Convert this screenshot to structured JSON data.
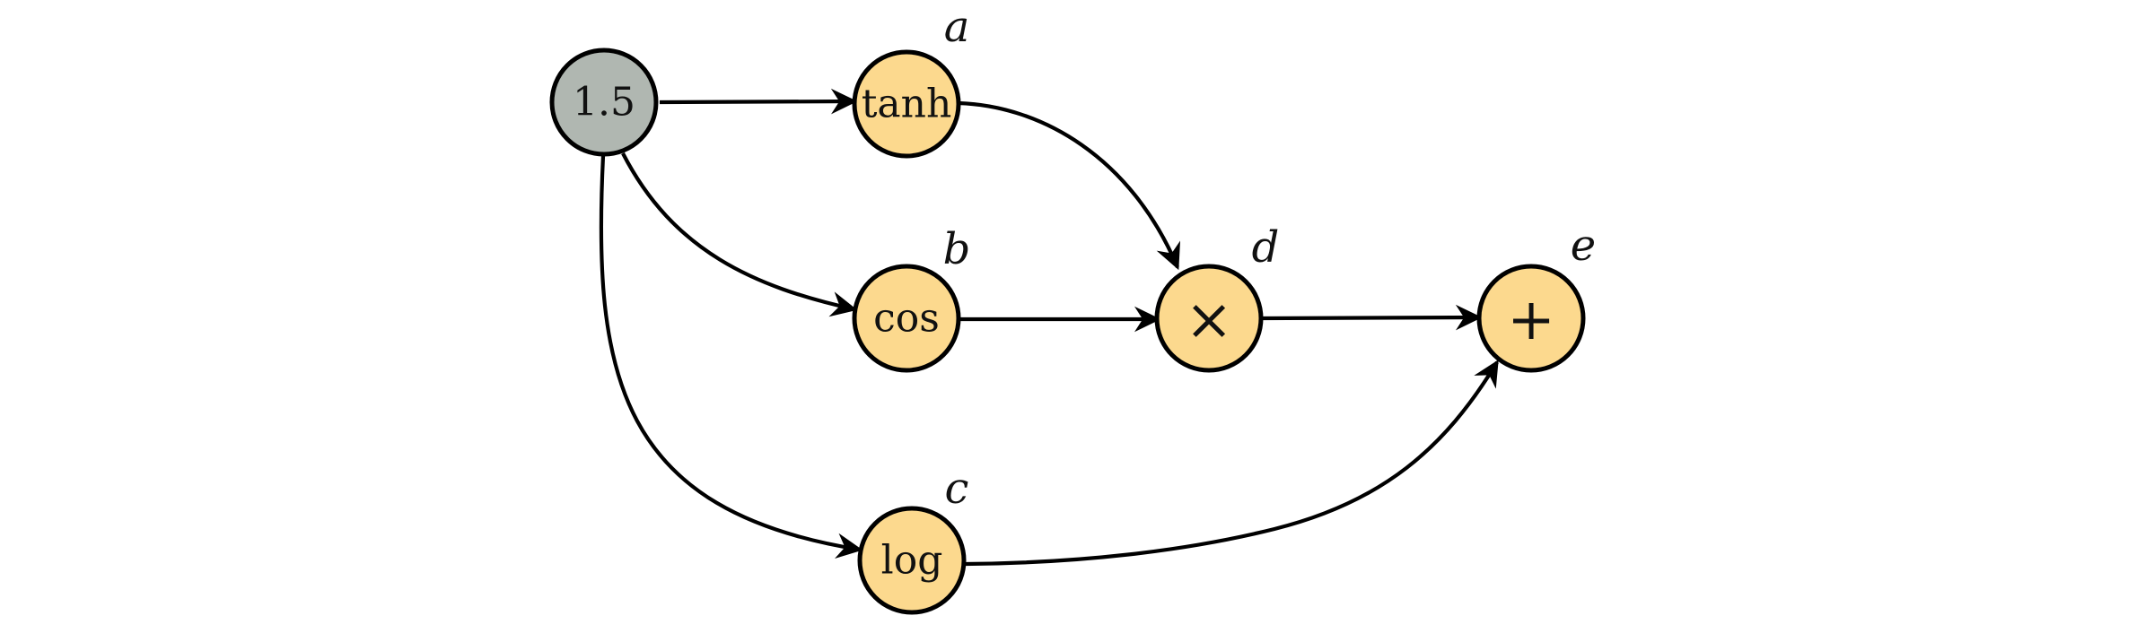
{
  "colors": {
    "input_fill": "#b0b7b1",
    "op_fill": "#fcd98e",
    "stroke": "#000000"
  },
  "nodes": {
    "input": {
      "label": "1.5"
    },
    "a": {
      "label": "tanh",
      "var": "a"
    },
    "b": {
      "label": "cos",
      "var": "b"
    },
    "c": {
      "label": "log",
      "var": "c"
    },
    "d": {
      "symbol": "×",
      "var": "d"
    },
    "e": {
      "symbol": "+",
      "var": "e"
    }
  },
  "edges": [
    {
      "from": "1.5",
      "to": "tanh"
    },
    {
      "from": "1.5",
      "to": "cos"
    },
    {
      "from": "1.5",
      "to": "log"
    },
    {
      "from": "tanh",
      "to": "×"
    },
    {
      "from": "cos",
      "to": "×"
    },
    {
      "from": "×",
      "to": "+"
    },
    {
      "from": "log",
      "to": "+"
    }
  ]
}
